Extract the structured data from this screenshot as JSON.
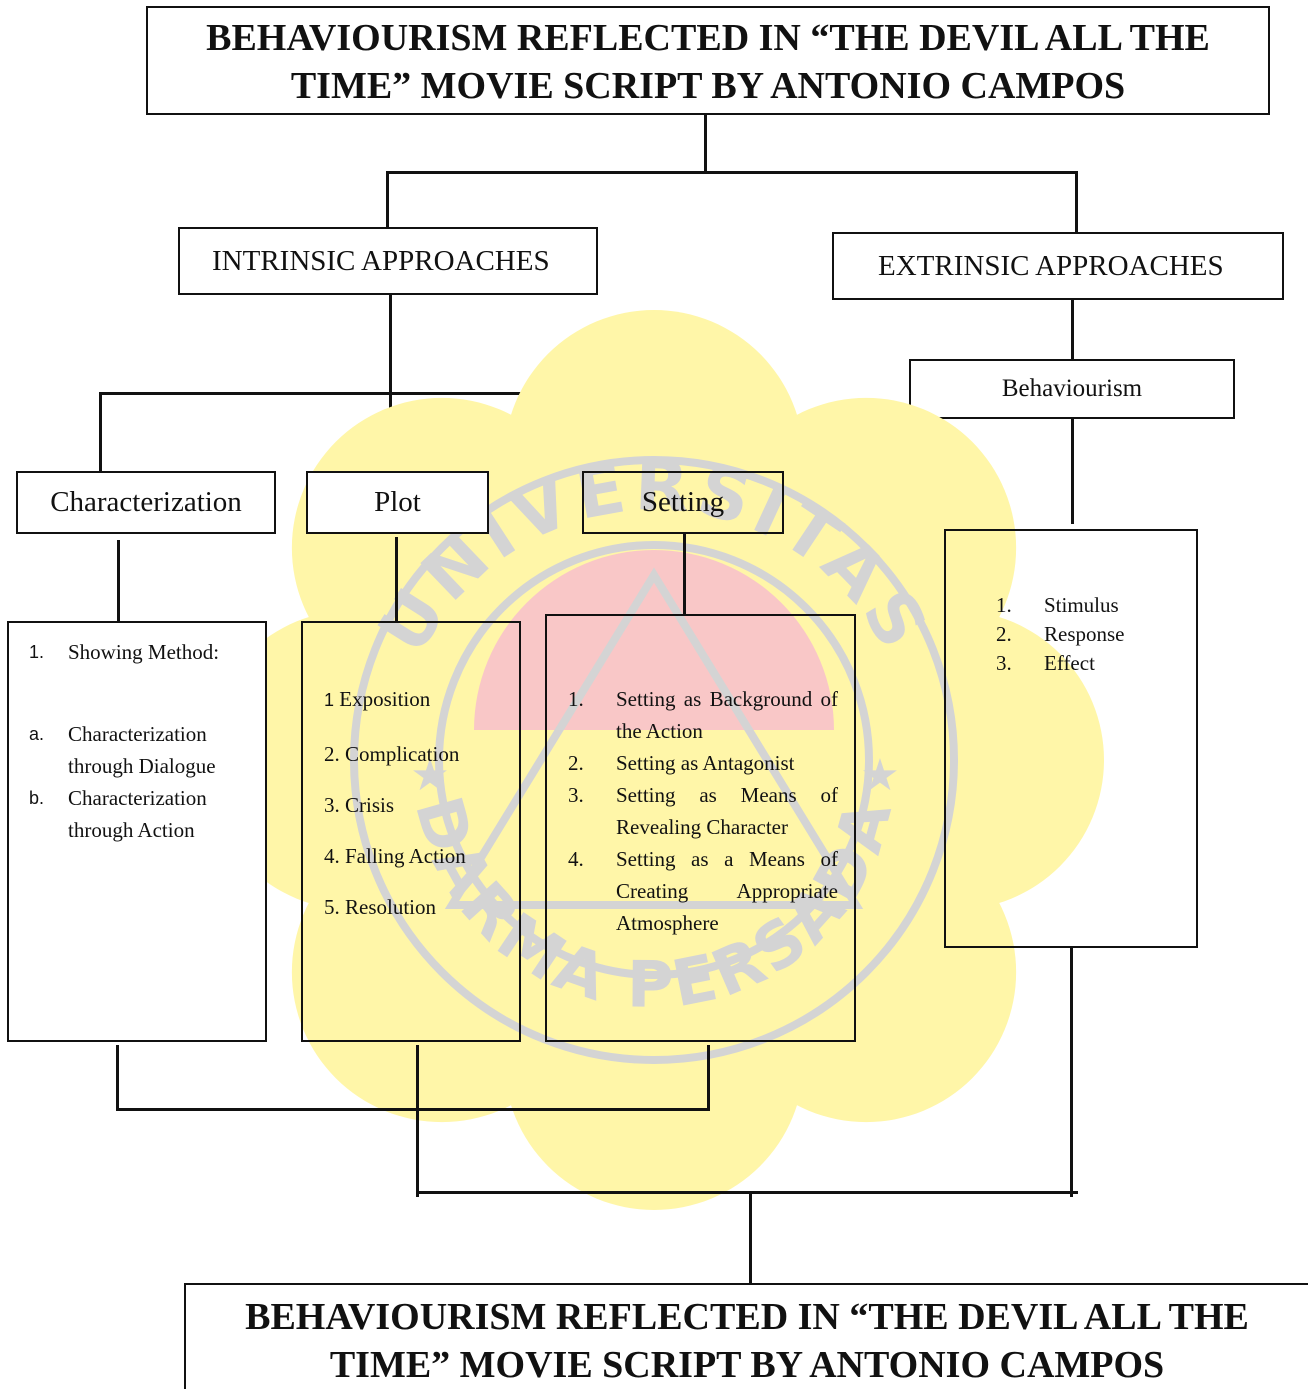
{
  "title_top": {
    "line1": "BEHAVIOURISM REFLECTED IN “THE DEVIL ALL THE",
    "line2": "TIME” MOVIE SCRIPT BY ANTONIO CAMPOS"
  },
  "intrinsic": {
    "label": "INTRINSIC APPROACHES"
  },
  "extrinsic": {
    "label": "EXTRINSIC APPROACHES"
  },
  "behaviourism": {
    "label": "Behaviourism",
    "items": [
      {
        "num": "1.",
        "text": "Stimulus"
      },
      {
        "num": "2.",
        "text": "Response"
      },
      {
        "num": "3.",
        "text": "Effect"
      }
    ]
  },
  "characterization": {
    "label": "Characterization",
    "method": {
      "num": "1.",
      "text": "Showing Method:"
    },
    "items": [
      {
        "num": "a.",
        "line1": "Characterization",
        "line2": "through Dialogue"
      },
      {
        "num": "b.",
        "line1": "Characterization",
        "line2": "through Action"
      }
    ]
  },
  "plot": {
    "label": "Plot",
    "items": [
      {
        "num": "1",
        "text": "Exposition"
      },
      {
        "num": "2.",
        "text": "Complication"
      },
      {
        "num": "3.",
        "text": "Crisis"
      },
      {
        "num": "4.",
        "text": "Falling Action"
      },
      {
        "num": "5.",
        "text": "Resolution"
      }
    ]
  },
  "setting": {
    "label": "Setting",
    "items": [
      {
        "num": "1.",
        "text": "Setting as Background of the Action"
      },
      {
        "num": "2.",
        "text": "Setting as Antagonist"
      },
      {
        "num": "3.",
        "text": "Setting as Means of Revealing Character"
      },
      {
        "num": "4.",
        "text": "Setting as a Means of Creating Appropriate Atmosphere"
      }
    ]
  },
  "title_bottom": {
    "line1": "BEHAVIOURISM REFLECTED IN “THE DEVIL ALL THE",
    "line2": "TIME” MOVIE SCRIPT BY ANTONIO CAMPOS"
  },
  "watermark": {
    "text_top": "UNIVERSITAS",
    "text_bottom": "DARMA PERSADA",
    "color_yellow": "#fff6a8",
    "color_pink": "#f9c7c7",
    "color_grey": "#d4d4d4"
  }
}
